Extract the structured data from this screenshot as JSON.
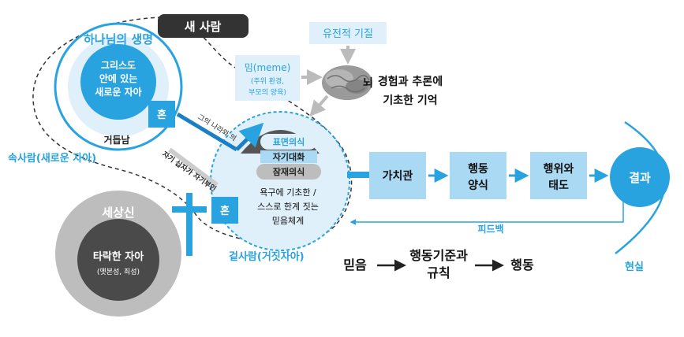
{
  "diagram": {
    "new_person": "새 사람",
    "life_of_god": "하나님의 생명",
    "new_self": [
      "그리스도",
      "안에 있는",
      "새로운 자아"
    ],
    "soul": "혼",
    "reborn": "거듭남",
    "inner_person": "속사람(새로운 자아)",
    "genetic": "유전적 기질",
    "meme_title": "밈(meme)",
    "meme_sub": [
      "(주위 환경,",
      "부모의 양육)"
    ],
    "brain": "뇌",
    "memory": [
      "경험과 추론에",
      "기초한 기억"
    ],
    "diag_upper": "그의 나라와 의",
    "diag_lower": "자기 십자가 자기부인",
    "surface": "표면의식",
    "self_talk": "자기대화",
    "subconscious": "잠재의식",
    "belief_system": [
      "욕구에 기초한 /",
      "스스로 한계 짓는",
      "믿음체계"
    ],
    "values": "가치관",
    "behavior_pattern": [
      "행동",
      "양식"
    ],
    "action_attitude": [
      "행위와",
      "태도"
    ],
    "result": "결과",
    "feedback": "피드백",
    "world_god": "세상신",
    "fallen_self": "타락한 자아",
    "fallen_sub": "(옛본성, 죄성)",
    "outer_person": "겉사람(거짓자아)",
    "belief": "믿음",
    "behavior_standard": [
      "행동기준과",
      "규칙"
    ],
    "action": "행동",
    "reality": "현실"
  }
}
